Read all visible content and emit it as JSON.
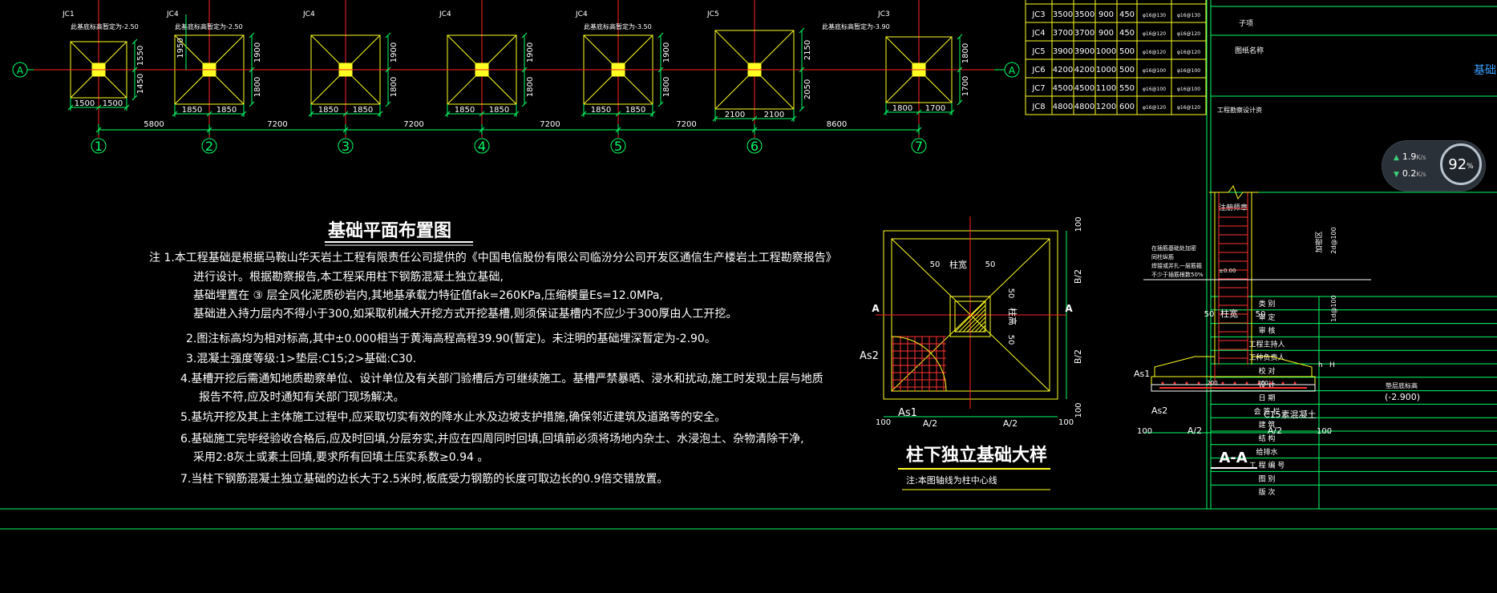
{
  "colors": {
    "background": "#000000",
    "axis": "#ff2222",
    "dim": "#00ff66",
    "foot": "#ffff22",
    "text": "#ffffff"
  },
  "plan": {
    "axis_a": "A",
    "axis_numbers": [
      "1",
      "2",
      "3",
      "4",
      "5",
      "6",
      "7"
    ],
    "spacings": [
      "5800",
      "7200",
      "7200",
      "7200",
      "7200",
      "8600"
    ],
    "footings": [
      {
        "tag": "JC1",
        "note": "此基底标高暂定为-2.50",
        "w": [
          "1500",
          "1500"
        ],
        "h": [
          "1550",
          "1450"
        ]
      },
      {
        "tag": "JC4",
        "note": "此基底标高暂定为-2.50",
        "w": [
          "1850",
          "1850"
        ],
        "h": [
          "1900",
          "1800"
        ],
        "top": "1950"
      },
      {
        "tag": "JC4",
        "note": "",
        "w": [
          "1850",
          "1850"
        ],
        "h": [
          "1900",
          "1800"
        ]
      },
      {
        "tag": "JC4",
        "note": "",
        "w": [
          "1850",
          "1850"
        ],
        "h": [
          "1900",
          "1800"
        ]
      },
      {
        "tag": "JC4",
        "note": "此基底标高暂定为-3.50",
        "w": [
          "1850",
          "1850"
        ],
        "h": [
          "1900",
          "1800"
        ]
      },
      {
        "tag": "JC5",
        "note": "",
        "w": [
          "2100",
          "2100"
        ],
        "h": [
          "2150",
          "2050"
        ]
      },
      {
        "tag": "JC3",
        "note": "此基底标高暂定为-3.90",
        "w": [
          "1800",
          "1700"
        ],
        "h": [
          "1800",
          "1700"
        ]
      }
    ]
  },
  "schedule": [
    [
      "JC3",
      "3500",
      "3500",
      "900",
      "450",
      "φ16@130",
      "φ16@130"
    ],
    [
      "JC4",
      "3700",
      "3700",
      "900",
      "450",
      "φ16@120",
      "φ16@120"
    ],
    [
      "JC5",
      "3900",
      "3900",
      "1000",
      "500",
      "φ16@120",
      "φ16@120"
    ],
    [
      "JC6",
      "4200",
      "4200",
      "1000",
      "500",
      "φ16@100",
      "φ16@100"
    ],
    [
      "JC7",
      "4500",
      "4500",
      "1100",
      "550",
      "φ16@100",
      "φ16@100"
    ],
    [
      "JC8",
      "4800",
      "4800",
      "1200",
      "600",
      "φ16@120",
      "φ16@120"
    ]
  ],
  "title_block": {
    "sub_item": "子项",
    "drawing_name_label": "图纸名称",
    "drawing_name": "基础",
    "project_label": "工程勘察设计资",
    "registered_label": "注册师章",
    "roles": [
      "类 别",
      "审 定",
      "审 核",
      "工程主持人",
      "工种负责人",
      "校 对",
      "设 计",
      "日 期",
      "会 签 栏",
      "建 筑",
      "结 构",
      "给排水",
      "工 程 编 号",
      "图 别",
      "版 次"
    ]
  },
  "network": {
    "up": "1.9",
    "down": "0.2",
    "unit": "K/s",
    "percent": "92",
    "percent_unit": "%"
  },
  "title": "基础平面布置图",
  "notes": [
    "注  1.本工程基础是根据马鞍山华天岩土工程有限责任公司提供的《中国电信股份有限公司临汾分公司开发区通信生产楼岩土工程勘察报告》",
    "进行设计。根据勘察报告,本工程采用柱下钢筋混凝土独立基础,",
    "基础埋置在 ③ 层全风化泥质砂岩内,其地基承载力特征值fak=260KPa,压缩模量Es=12.0MPa,",
    "基础进入持力层内不得小于300,如采取机械大开挖方式开挖基槽,则须保证基槽内不应少于300厚由人工开挖。",
    "2.图注标高均为相对标高,其中±0.000相当于黄海高程高程39.90(暂定)。未注明的基础埋深暂定为-2.90。",
    "3.混凝土强度等级:1>垫层:C15;2>基础:C30.",
    "4.基槽开挖后需通知地质勘察单位、设计单位及有关部门验槽后方可继续施工。基槽严禁暴晒、浸水和扰动,施工时发现土层与地质",
    "报告不符,应及时通知有关部门现场解决。",
    "5.基坑开挖及其上主体施工过程中,应采取切实有效的降水止水及边坡支护措施,确保邻近建筑及道路等的安全。",
    "6.基础施工完毕经验收合格后,应及时回填,分层夯实,并应在四周同时回填,回填前必须将场地内杂土、水浸泡土、杂物清除干净,",
    "采用2:8灰土或素土回填,要求所有回填土压实系数≥0.94 。",
    "7.当柱下钢筋混凝土独立基础的边长大于2.5米时,板底受力钢筋的长度可取边长的0.9倍交错放置。"
  ],
  "detail": {
    "title": "柱下独立基础大样",
    "note": "注:本图轴线为柱中心线",
    "col_w": "柱宽",
    "col_h": "柱高",
    "d50": "50",
    "d100": "100",
    "b2": "B/2",
    "a2": "A/2",
    "section": "A",
    "as1": "As1",
    "as2": "As2"
  },
  "section": {
    "title": "A-A",
    "c15": "C15素混凝土",
    "elev": "(-2.900)",
    "elev0": "±0.00",
    "col_w": "柱宽",
    "notes": [
      "在插筋基础处加密",
      "同柱纵筋",
      "焊接或并扎一层筋箍",
      "不少于插筋根数50%"
    ],
    "dims": [
      "100",
      "A/2",
      "A/2",
      "100",
      "50",
      "50",
      "200",
      "200",
      "h",
      "H",
      "100",
      "2d@100",
      "1d@100",
      "加密区",
      "垫层底标高"
    ],
    "as1": "As1",
    "as2": "As2"
  }
}
